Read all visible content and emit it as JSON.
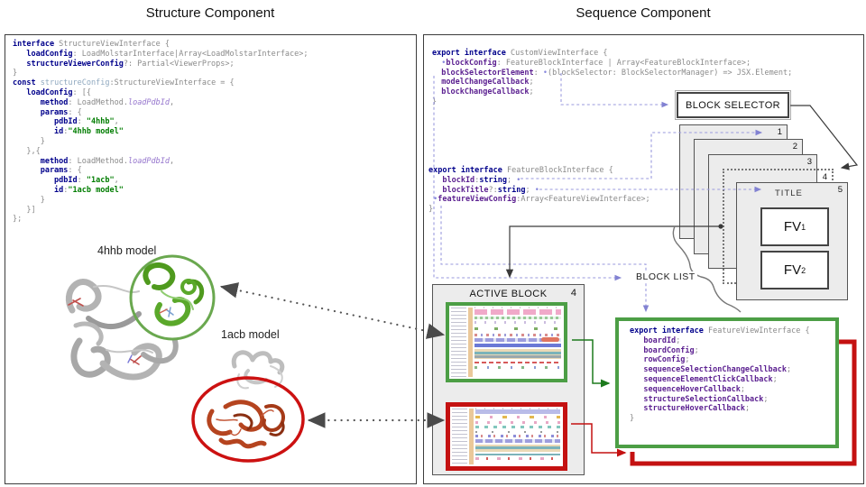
{
  "headers": {
    "left": "Structure Component",
    "right": "Sequence Component"
  },
  "colors": {
    "green_border": "#4c9e45",
    "red_border": "#c41111",
    "dash_violet": "#9a9ade",
    "keyword_navy": "#00008b",
    "member_purple": "#5c2191",
    "string_green": "#007d00",
    "enum_purple": "#9575cd",
    "identifier_gray": "#8a8a8a"
  },
  "left_panel": {
    "model1_label": "4hhb model",
    "model2_label": "1acb model",
    "code": [
      [
        [
          "kw",
          "interface"
        ],
        [
          "id",
          " StructureViewInterface {"
        ]
      ],
      [
        [
          "kw",
          "   loadConfig"
        ],
        [
          "id",
          ": LoadMolstarInterface|Array<LoadMolstarInterface>;"
        ]
      ],
      [
        [
          "kw",
          "   structureViewerConfig"
        ],
        [
          "id",
          "?: Partial<ViewerProps>;"
        ]
      ],
      [
        [
          "id",
          "}"
        ]
      ],
      [
        [
          "kw",
          "const"
        ],
        [
          "var",
          " structureConfig"
        ],
        [
          "id",
          ":StructureViewInterface = {"
        ]
      ],
      [
        [
          "kw",
          "   loadConfig"
        ],
        [
          "id",
          ": [{"
        ]
      ],
      [
        [
          "kw",
          "      method"
        ],
        [
          "id",
          ": LoadMethod."
        ],
        [
          "enum",
          "loadPdbId"
        ],
        [
          "id",
          ","
        ]
      ],
      [
        [
          "kw",
          "      params"
        ],
        [
          "id",
          ": {"
        ]
      ],
      [
        [
          "kw",
          "         pdbId"
        ],
        [
          "id",
          ": "
        ],
        [
          "str",
          "\"4hhb\""
        ],
        [
          "id",
          ","
        ]
      ],
      [
        [
          "kw",
          "         id"
        ],
        [
          "id",
          ":"
        ],
        [
          "str",
          "\"4hhb model\""
        ]
      ],
      [
        [
          "id",
          "      }"
        ]
      ],
      [
        [
          "id",
          "   },{"
        ]
      ],
      [
        [
          "kw",
          "      method"
        ],
        [
          "id",
          ": LoadMethod."
        ],
        [
          "enum",
          "loadPdbId"
        ],
        [
          "id",
          ","
        ]
      ],
      [
        [
          "kw",
          "      params"
        ],
        [
          "id",
          ": {"
        ]
      ],
      [
        [
          "kw",
          "         pdbId"
        ],
        [
          "id",
          ": "
        ],
        [
          "str",
          "\"1acb\""
        ],
        [
          "id",
          ","
        ]
      ],
      [
        [
          "kw",
          "         id"
        ],
        [
          "id",
          ":"
        ],
        [
          "str",
          "\"1acb model\""
        ]
      ],
      [
        [
          "id",
          "      }"
        ]
      ],
      [
        [
          "id",
          "   }]"
        ]
      ],
      [
        [
          "id",
          "};"
        ]
      ]
    ]
  },
  "right_panel": {
    "code_custom_view": [
      [
        [
          "kw",
          "export interface"
        ],
        [
          "id",
          " CustomViewInterface {"
        ]
      ],
      [
        [
          "bullet",
          "  •"
        ],
        [
          "pmem",
          "blockConfig"
        ],
        [
          "id",
          ": FeatureBlockInterface | Array<FeatureBlockInterface>;"
        ]
      ],
      [
        [
          "pmem",
          "  blockSelectorElement"
        ],
        [
          "id",
          ": "
        ],
        [
          "bullet",
          "•"
        ],
        [
          "id",
          "(blockSelector: BlockSelectorManager) => JSX.Element;"
        ]
      ],
      [
        [
          "pmem",
          "  modelChangeCallback"
        ],
        [
          "id",
          ";"
        ]
      ],
      [
        [
          "pmem",
          "  blockChangeCallback"
        ],
        [
          "id",
          ";"
        ]
      ],
      [
        [
          "id",
          "}"
        ]
      ]
    ],
    "code_feature_block": [
      [
        [
          "kw",
          "export interface"
        ],
        [
          "id",
          " FeatureBlockInterface {"
        ]
      ],
      [
        [
          "pmem",
          "   blockId"
        ],
        [
          "id",
          ":"
        ],
        [
          "kw",
          "string"
        ],
        [
          "id",
          "; "
        ],
        [
          "bullet",
          "•"
        ]
      ],
      [
        [
          "pmem",
          "   blockTitle"
        ],
        [
          "id",
          "?:"
        ],
        [
          "kw",
          "string"
        ],
        [
          "id",
          "; "
        ],
        [
          "bullet",
          "•"
        ]
      ],
      [
        [
          "bullet",
          " •"
        ],
        [
          "pmem",
          "featureViewConfig"
        ],
        [
          "id",
          ":Array<FeatureViewInterface>;"
        ]
      ],
      [
        [
          "id",
          "}"
        ]
      ]
    ],
    "code_feature_view": [
      [
        [
          "kw",
          "export interface"
        ],
        [
          "id",
          " FeatureViewInterface {"
        ]
      ],
      [
        [
          "pmem",
          "   boardId"
        ],
        [
          "id",
          ";"
        ]
      ],
      [
        [
          "pmem",
          "   boardConfig"
        ],
        [
          "id",
          ";"
        ]
      ],
      [
        [
          "pmem",
          "   rowConfig"
        ],
        [
          "id",
          ";"
        ]
      ],
      [
        [
          "pmem",
          "   sequenceSelectionChangeCallback"
        ],
        [
          "id",
          ";"
        ]
      ],
      [
        [
          "pmem",
          "   sequenceElementClickCallback"
        ],
        [
          "id",
          ";"
        ]
      ],
      [
        [
          "pmem",
          "   sequenceHoverCallback"
        ],
        [
          "id",
          ";"
        ]
      ],
      [
        [
          "pmem",
          "   structureSelectionCallback"
        ],
        [
          "id",
          ";"
        ]
      ],
      [
        [
          "pmem",
          "   structureHoverCallback"
        ],
        [
          "id",
          ";"
        ]
      ],
      [
        [
          "id",
          "}"
        ]
      ]
    ],
    "block_selector_label": "BLOCK SELECTOR",
    "stack_numbers": [
      "1",
      "2",
      "3",
      "4",
      "5"
    ],
    "title_label": "TITLE",
    "fv_items": [
      {
        "label": "FV",
        "sub": "1"
      },
      {
        "label": "FV",
        "sub": "2"
      }
    ],
    "active_block": {
      "label": "ACTIVE BLOCK",
      "number": "4"
    },
    "block_list_label": "BLOCK LIST"
  }
}
